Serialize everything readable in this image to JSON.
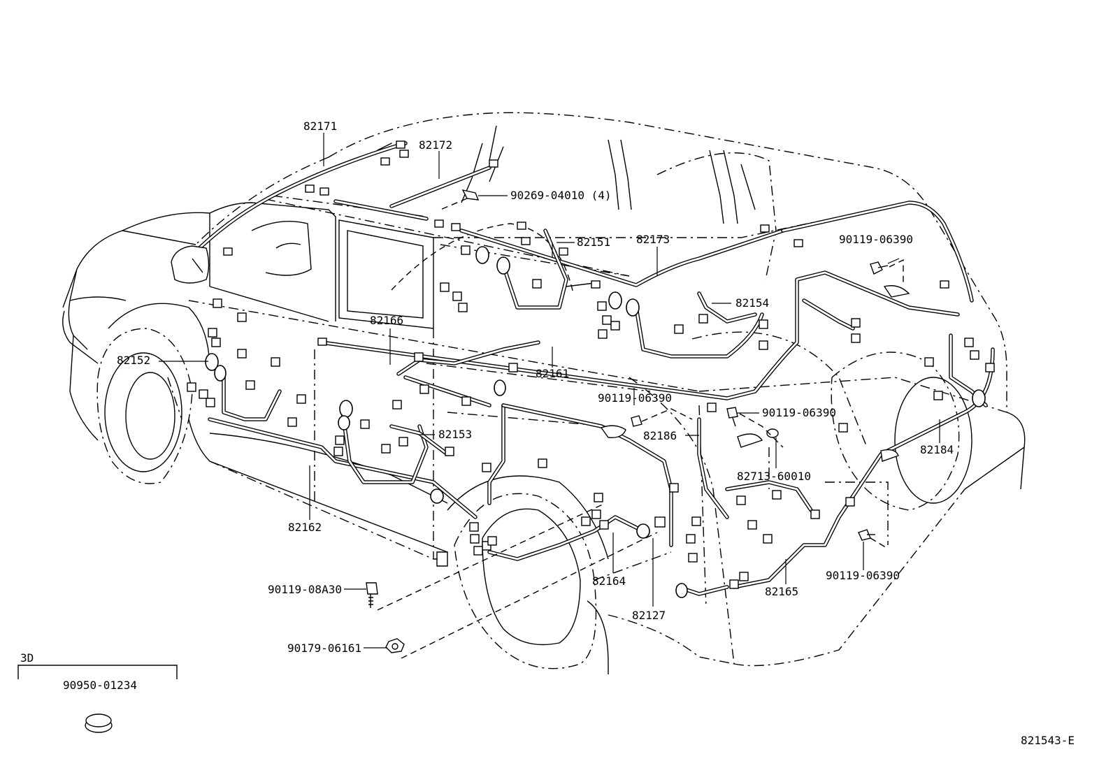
{
  "diagram": {
    "labels": {
      "l82171": "82171",
      "l82172": "82172",
      "l90269": "90269-04010 (4)",
      "l82151": "82151",
      "l82173": "82173",
      "l90119a": "90119-06390",
      "l82154": "82154",
      "l82166": "82166",
      "l82152": "82152",
      "l82161": "82161",
      "l90119b": "90119-06390",
      "l90119c": "90119-06390",
      "l82153": "82153",
      "l82186": "82186",
      "l82184": "82184",
      "l82713": "82713-60010",
      "l82162": "82162",
      "l82164": "82164",
      "l82165": "82165",
      "l90119d": "90119-06390",
      "l90119e": "90119-08A30",
      "l82127": "82127",
      "l90179": "90179-06161",
      "l3d": "3D",
      "l90950": "90950-01234",
      "code": "821543-E"
    }
  }
}
